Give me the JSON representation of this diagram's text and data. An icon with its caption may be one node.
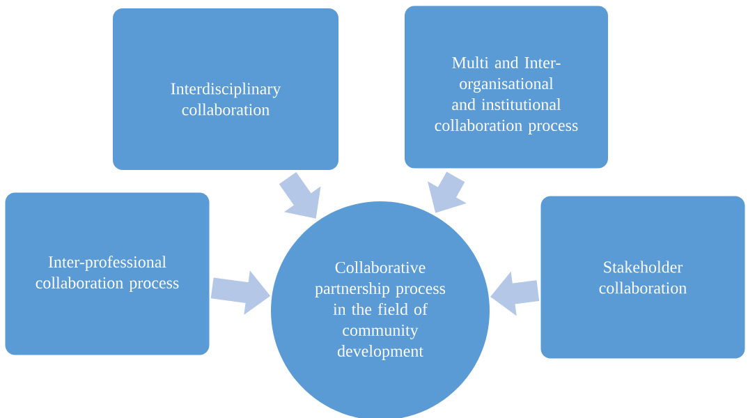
{
  "diagram": {
    "nodes": [
      {
        "text": [
          "Interdisciplinary collaboration"
        ]
      },
      {
        "text": [
          "Multi and Inter-organisational and institutional collaboration process"
        ]
      },
      {
        "text": [
          "Inter-professional collaboration process"
        ]
      },
      {
        "text": [
          "Collaborative partnership process in the field of community development"
        ]
      },
      {
        "text": [
          "Stakeholder collaboration"
        ]
      }
    ],
    "edges": [
      {
        "from": 0,
        "to": 3,
        "arrow": "to"
      },
      {
        "from": 1,
        "to": 3,
        "arrow": "to"
      },
      {
        "from": 2,
        "to": 3,
        "arrow": "to"
      },
      {
        "from": 4,
        "to": 3,
        "arrow": "to"
      }
    ]
  }
}
